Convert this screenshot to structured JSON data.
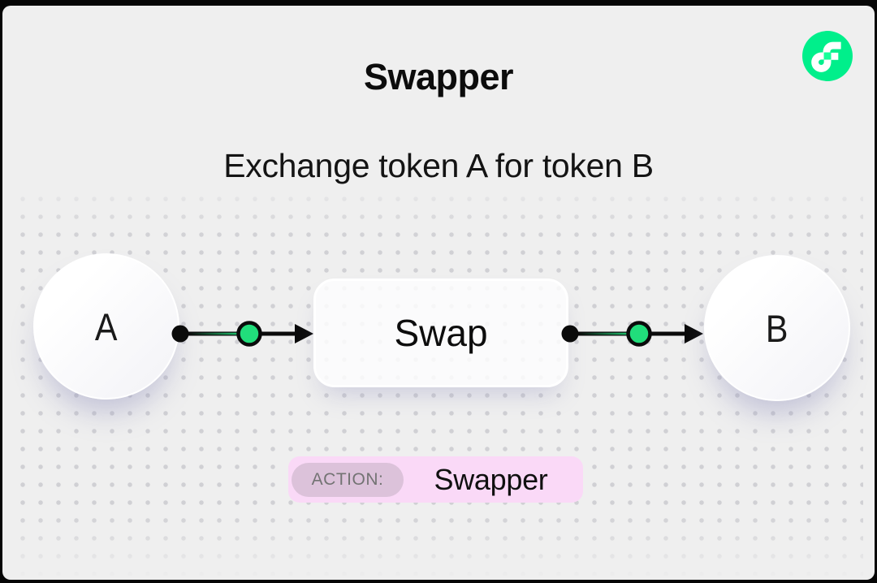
{
  "header": {
    "title": "Swapper",
    "subtitle": "Exchange token A for token B",
    "logo": "flow-logo"
  },
  "diagram": {
    "source_node": "A",
    "process_node": "Swap",
    "target_node": "B"
  },
  "action": {
    "label": "ACTION:",
    "value": "Swapper"
  },
  "colors": {
    "flow_green": "#00EF8B",
    "flow_green_light": "#16FF99",
    "connector_green": "#21DE7B",
    "connector_black": "#0b0b0b",
    "card_bg": "#efefef",
    "frame_bg": "#060606",
    "pill_bg": "#fad9f7",
    "pill_label_bg": "#dcc2da"
  }
}
